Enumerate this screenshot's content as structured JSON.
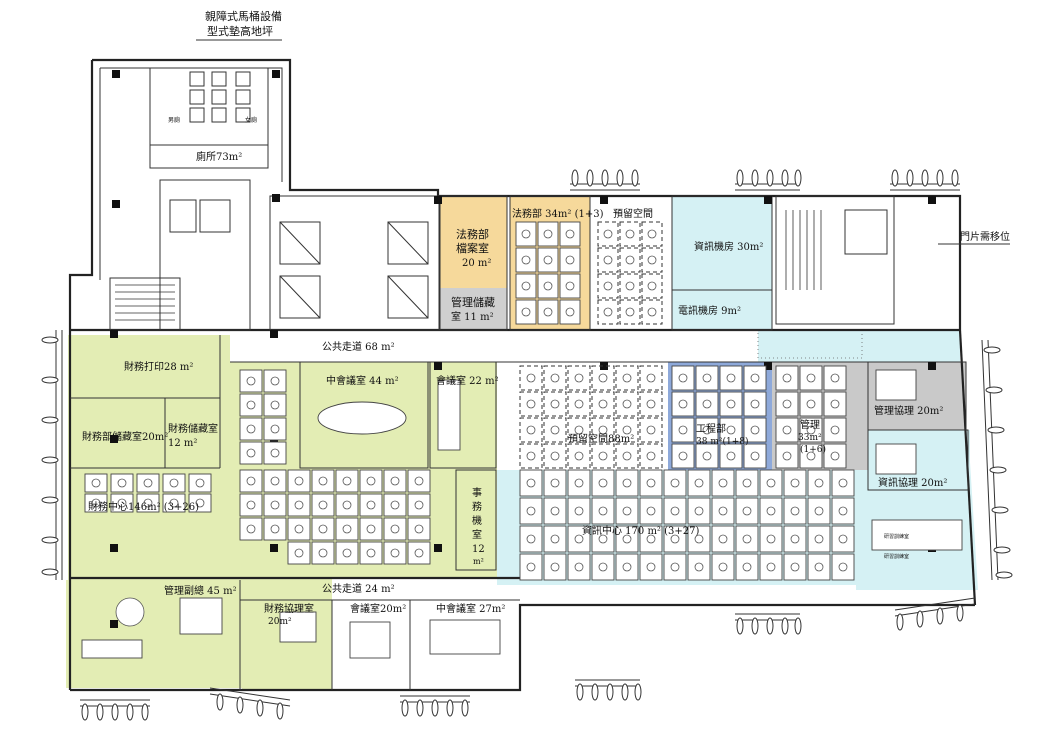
{
  "colors": {
    "green": "#e3edb4",
    "cyan": "#d5f1f4",
    "blue": "#8ea9da",
    "gray": "#c9c9c9",
    "yellow": "#f6d99b",
    "gray_storage": "#cfcfcf",
    "line": "#222222"
  },
  "labels": {
    "note_toilet_line1": "親障式馬桶設備",
    "note_toilet_line2": "型式墊高地坪",
    "restroom": "廁所73m²",
    "legal_archive_line1": "法務部",
    "legal_archive_line2": "檔案室",
    "legal_archive_line3": "20 m²",
    "storage_line1": "管理儲藏",
    "storage_line2": "室  11 m²",
    "legal_dept": "法務部  34m² (1+3)",
    "reserved_top": "預留空間",
    "server_room": "資訊機房 30m²",
    "electric_room": "電訊機房 9m²",
    "door_note": "門片需移位",
    "corridor_top": "公共走道 68 m²",
    "finance_print": "財務打印28 m²",
    "finance_storage": "財務部儲藏室20m²",
    "finance_store2_line1": "財務儲藏室",
    "finance_store2_line2": "12 m²",
    "meeting_mid": "中會議室  44 m²",
    "meeting_22": "會議室 22 m²",
    "reserved_mid": "預留空間88m²",
    "engineering": "工程部",
    "engineering_area": "38 m²(1+8)",
    "mgmt_line1": "管理",
    "mgmt_line2": "33m²",
    "mgmt_line3": "(1+6)",
    "mgmt_assistant": "管理協理 20m²",
    "it_assistant": "資訊協理  20m²",
    "finance_center": "財務中心146m² (3+26)",
    "office_machine_line1": "事",
    "office_machine_line2": "務",
    "office_machine_line3": "機",
    "office_machine_line4": "室",
    "office_machine_line5": "12",
    "office_machine_line6": "m²",
    "it_center": "資訊中心  170 m² (3+27)",
    "corridor_bottom": "公共走道 24 m²",
    "mgmt_deputy": "管理副總 45 m²",
    "finance_assistant_line1": "財務協理室",
    "finance_assistant_line2": "20m²",
    "meeting_20": "會議室20m²",
    "meeting_27": "中會議室 27m²",
    "tiny_a": "研習訓練室",
    "tiny_b": "研習訓練室",
    "wc_m": "男廁",
    "wc_f": "女廁"
  }
}
